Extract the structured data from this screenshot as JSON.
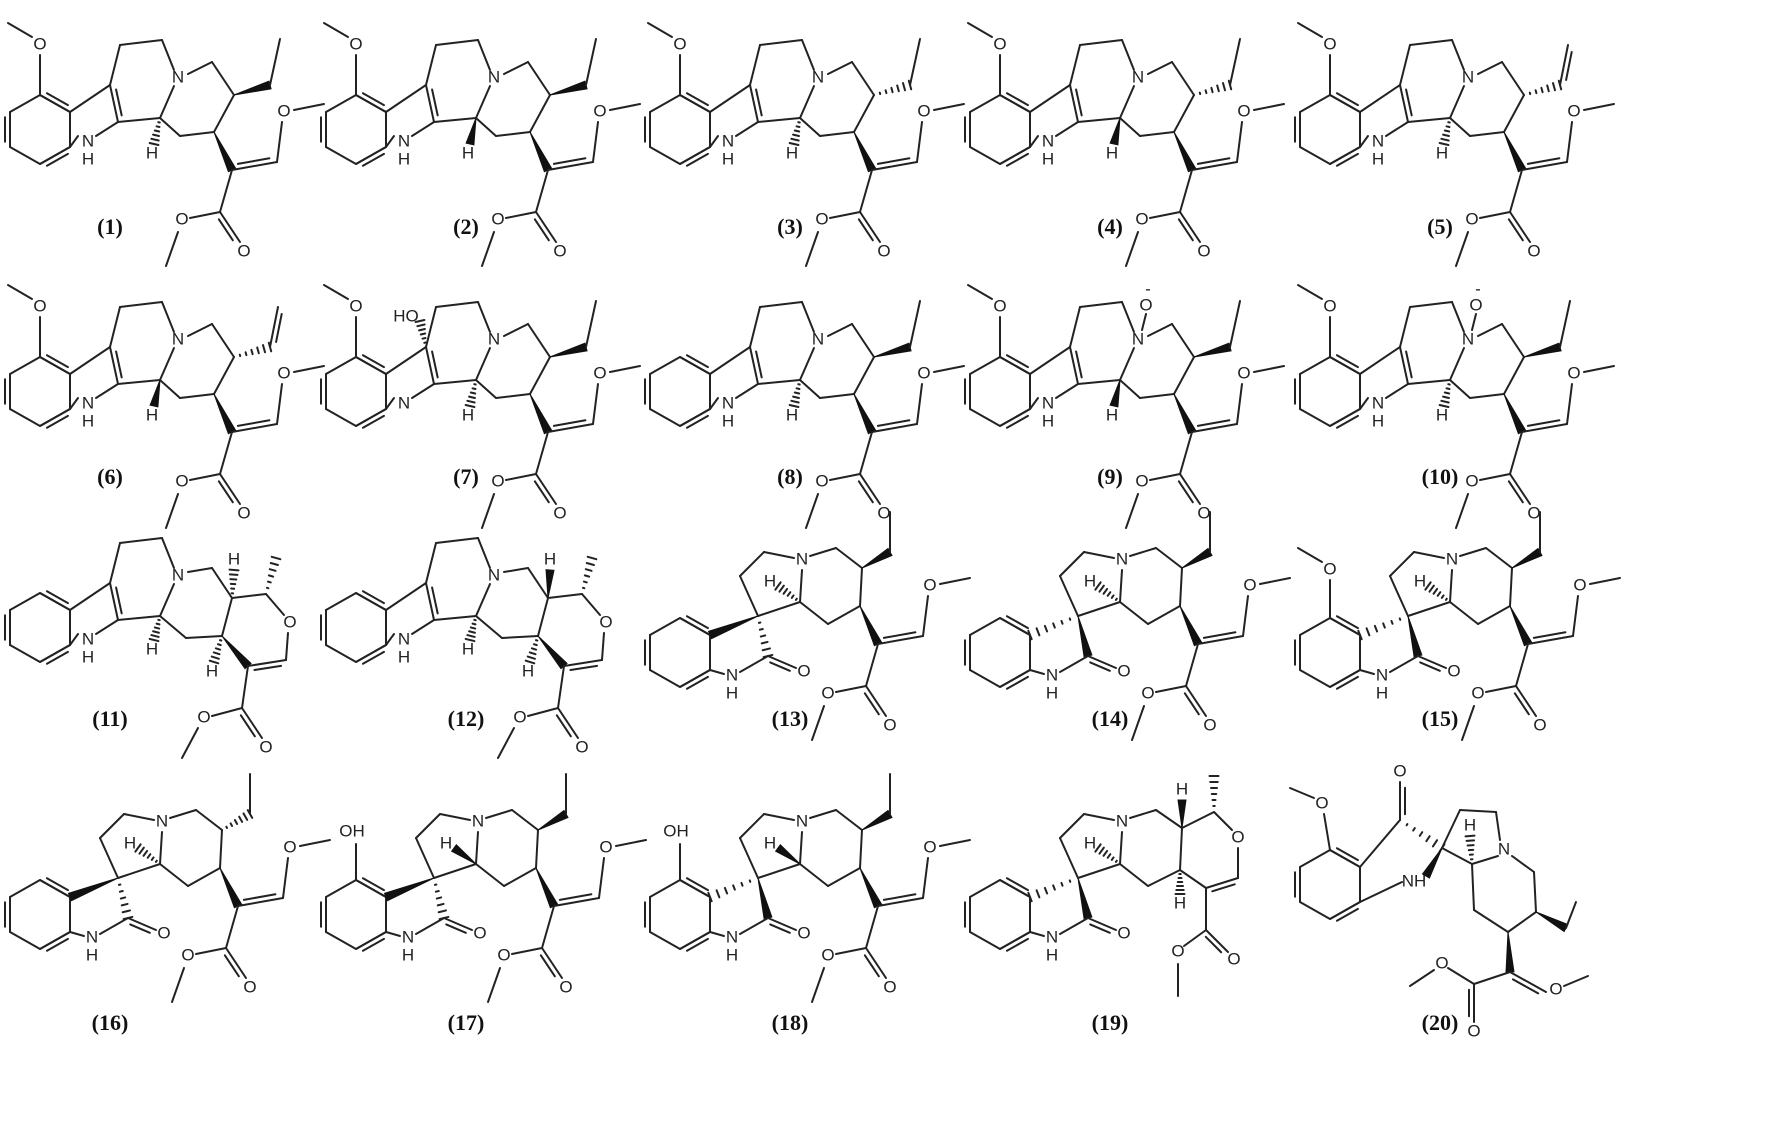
{
  "figure": {
    "background": "#ffffff",
    "line_color": "#222222",
    "rows": 4,
    "columns": 5
  },
  "compounds": [
    {
      "label": "(1)",
      "skeleton": "indole-quinolizidine",
      "substituents": [
        "9-OMe",
        "20-ethyl (wedge)",
        "3-H (hash)",
        "acrylate E-methoxy-methyl ester"
      ],
      "atom_labels": [
        "O",
        "N",
        "NH",
        "H",
        "O",
        "O",
        "O"
      ]
    },
    {
      "label": "(2)",
      "skeleton": "indole-quinolizidine",
      "substituents": [
        "9-OMe",
        "20-ethyl (wedge)",
        "3-H (wedge)",
        "acrylate"
      ],
      "atom_labels": [
        "O",
        "N",
        "NH",
        "H",
        "O",
        "O",
        "O"
      ]
    },
    {
      "label": "(3)",
      "skeleton": "indole-quinolizidine",
      "substituents": [
        "9-OMe",
        "20-ethyl (hash)",
        "3-H (hash)",
        "acrylate"
      ],
      "atom_labels": [
        "O",
        "N",
        "NH",
        "H",
        "O",
        "O",
        "O"
      ]
    },
    {
      "label": "(4)",
      "skeleton": "indole-quinolizidine",
      "substituents": [
        "9-OMe",
        "20-ethyl (hash)",
        "3-H (wedge)",
        "acrylate"
      ],
      "atom_labels": [
        "O",
        "N",
        "NH",
        "H",
        "O",
        "O",
        "O"
      ]
    },
    {
      "label": "(5)",
      "skeleton": "indole-quinolizidine",
      "substituents": [
        "9-OMe",
        "20-vinyl (hash)",
        "3-H (hash)",
        "acrylate"
      ],
      "atom_labels": [
        "O",
        "N",
        "NH",
        "H",
        "O",
        "O",
        "O"
      ]
    },
    {
      "label": "(6)",
      "skeleton": "indole-quinolizidine",
      "substituents": [
        "9-OMe",
        "20-vinyl (hash)",
        "3-H (wedge)",
        "acrylate"
      ],
      "atom_labels": [
        "O",
        "N",
        "NH",
        "H",
        "O",
        "O",
        "O"
      ]
    },
    {
      "label": "(7)",
      "skeleton": "7-hydroxyindolenine",
      "substituents": [
        "9-OMe",
        "7-OH (hash)",
        "20-ethyl (wedge)",
        "3-H (hash)",
        "acrylate"
      ],
      "atom_labels": [
        "O",
        "HO",
        "N",
        "N",
        "H",
        "O",
        "O",
        "O"
      ]
    },
    {
      "label": "(8)",
      "skeleton": "indole-quinolizidine",
      "substituents": [
        "20-ethyl (wedge)",
        "3-H (hash)",
        "acrylate"
      ],
      "atom_labels": [
        "N",
        "NH",
        "H",
        "O",
        "O",
        "O"
      ]
    },
    {
      "label": "(9)",
      "skeleton": "indole-quinolizidine N-oxide",
      "substituents": [
        "9-OMe",
        "N4-oxide",
        "20-ethyl (wedge)",
        "3-H (wedge)",
        "acrylate"
      ],
      "atom_labels": [
        "O",
        "O⁻",
        "N",
        "NH",
        "H",
        "O",
        "O",
        "O"
      ]
    },
    {
      "label": "(10)",
      "skeleton": "indole-quinolizidine N-oxide",
      "substituents": [
        "9-OMe",
        "N4-oxide",
        "20-ethyl (wedge)",
        "3-H (hash)",
        "acrylate"
      ],
      "atom_labels": [
        "O",
        "O⁻",
        "N",
        "NH",
        "H",
        "O",
        "O",
        "O"
      ]
    },
    {
      "label": "(11)",
      "skeleton": "heteroyohimbine",
      "substituents": [
        "19-methyl (hash)",
        "15-H (hash)",
        "20-H (hash)",
        "3-H (hash)",
        "16-CO2Me"
      ],
      "atom_labels": [
        "N",
        "NH",
        "H",
        "H",
        "H",
        "O",
        "O",
        "O"
      ]
    },
    {
      "label": "(12)",
      "skeleton": "heteroyohimbine",
      "substituents": [
        "19-methyl (hash)",
        "20-H (wedge)",
        "15-H (hash)",
        "3-H (hash)",
        "16-CO2Me"
      ],
      "atom_labels": [
        "N",
        "NH",
        "H",
        "H",
        "H",
        "O",
        "O",
        "O"
      ]
    },
    {
      "label": "(13)",
      "skeleton": "spiro-oxindole",
      "substituents": [
        "20-ethyl (wedge)",
        "3-H (hash)",
        "acrylate"
      ],
      "atom_labels": [
        "N",
        "H",
        "O",
        "NH",
        "O",
        "O",
        "O"
      ]
    },
    {
      "label": "(14)",
      "skeleton": "spiro-oxindole",
      "substituents": [
        "20-ethyl (wedge)",
        "3-H (hash)",
        "spiro epimer",
        "acrylate"
      ],
      "atom_labels": [
        "N",
        "H",
        "O",
        "NH",
        "O",
        "O",
        "O"
      ]
    },
    {
      "label": "(15)",
      "skeleton": "spiro-oxindole",
      "substituents": [
        "9-OMe",
        "20-ethyl (wedge)",
        "3-H (hash)",
        "acrylate"
      ],
      "atom_labels": [
        "O",
        "N",
        "H",
        "O",
        "NH",
        "O",
        "O",
        "O"
      ]
    },
    {
      "label": "(16)",
      "skeleton": "spiro-oxindole",
      "substituents": [
        "20-ethyl (hash)",
        "3-H (hash)",
        "acrylate"
      ],
      "atom_labels": [
        "N",
        "H",
        "O",
        "NH",
        "O",
        "O",
        "O"
      ]
    },
    {
      "label": "(17)",
      "skeleton": "spiro-oxindole",
      "substituents": [
        "9-OH",
        "20-ethyl (wedge)",
        "3-H (wedge)",
        "acrylate"
      ],
      "atom_labels": [
        "OH",
        "N",
        "H",
        "O",
        "NH",
        "O",
        "O",
        "O"
      ]
    },
    {
      "label": "(18)",
      "skeleton": "spiro-oxindole",
      "substituents": [
        "9-OH",
        "20-ethyl (wedge)",
        "3-H (wedge)",
        "spiro epimer",
        "acrylate"
      ],
      "atom_labels": [
        "OH",
        "N",
        "H",
        "O",
        "NH",
        "O",
        "O",
        "O"
      ]
    },
    {
      "label": "(19)",
      "skeleton": "spiro-oxindole heteroyohimbine",
      "substituents": [
        "19-methyl (hash)",
        "15-H (wedge)",
        "20-H (hash)",
        "3-H (hash)",
        "16-CO2Me"
      ],
      "atom_labels": [
        "N",
        "H",
        "H",
        "H",
        "O",
        "O",
        "NH",
        "O",
        "O"
      ]
    },
    {
      "label": "(20)",
      "skeleton": "spiro-pseudoindoxyl",
      "substituents": [
        "9-OMe",
        "3-oxo",
        "20-ethyl (wedge)",
        "3-H (hash)",
        "acrylate"
      ],
      "atom_labels": [
        "O",
        "O",
        "NH",
        "H",
        "N",
        "O",
        "O",
        "O"
      ]
    }
  ],
  "layout": {
    "row_tops": [
      0,
      262,
      498,
      760
    ],
    "label_tops": [
      214,
      464,
      706,
      1010
    ],
    "column_lefts": [
      0,
      316,
      640,
      960,
      1290
    ]
  }
}
